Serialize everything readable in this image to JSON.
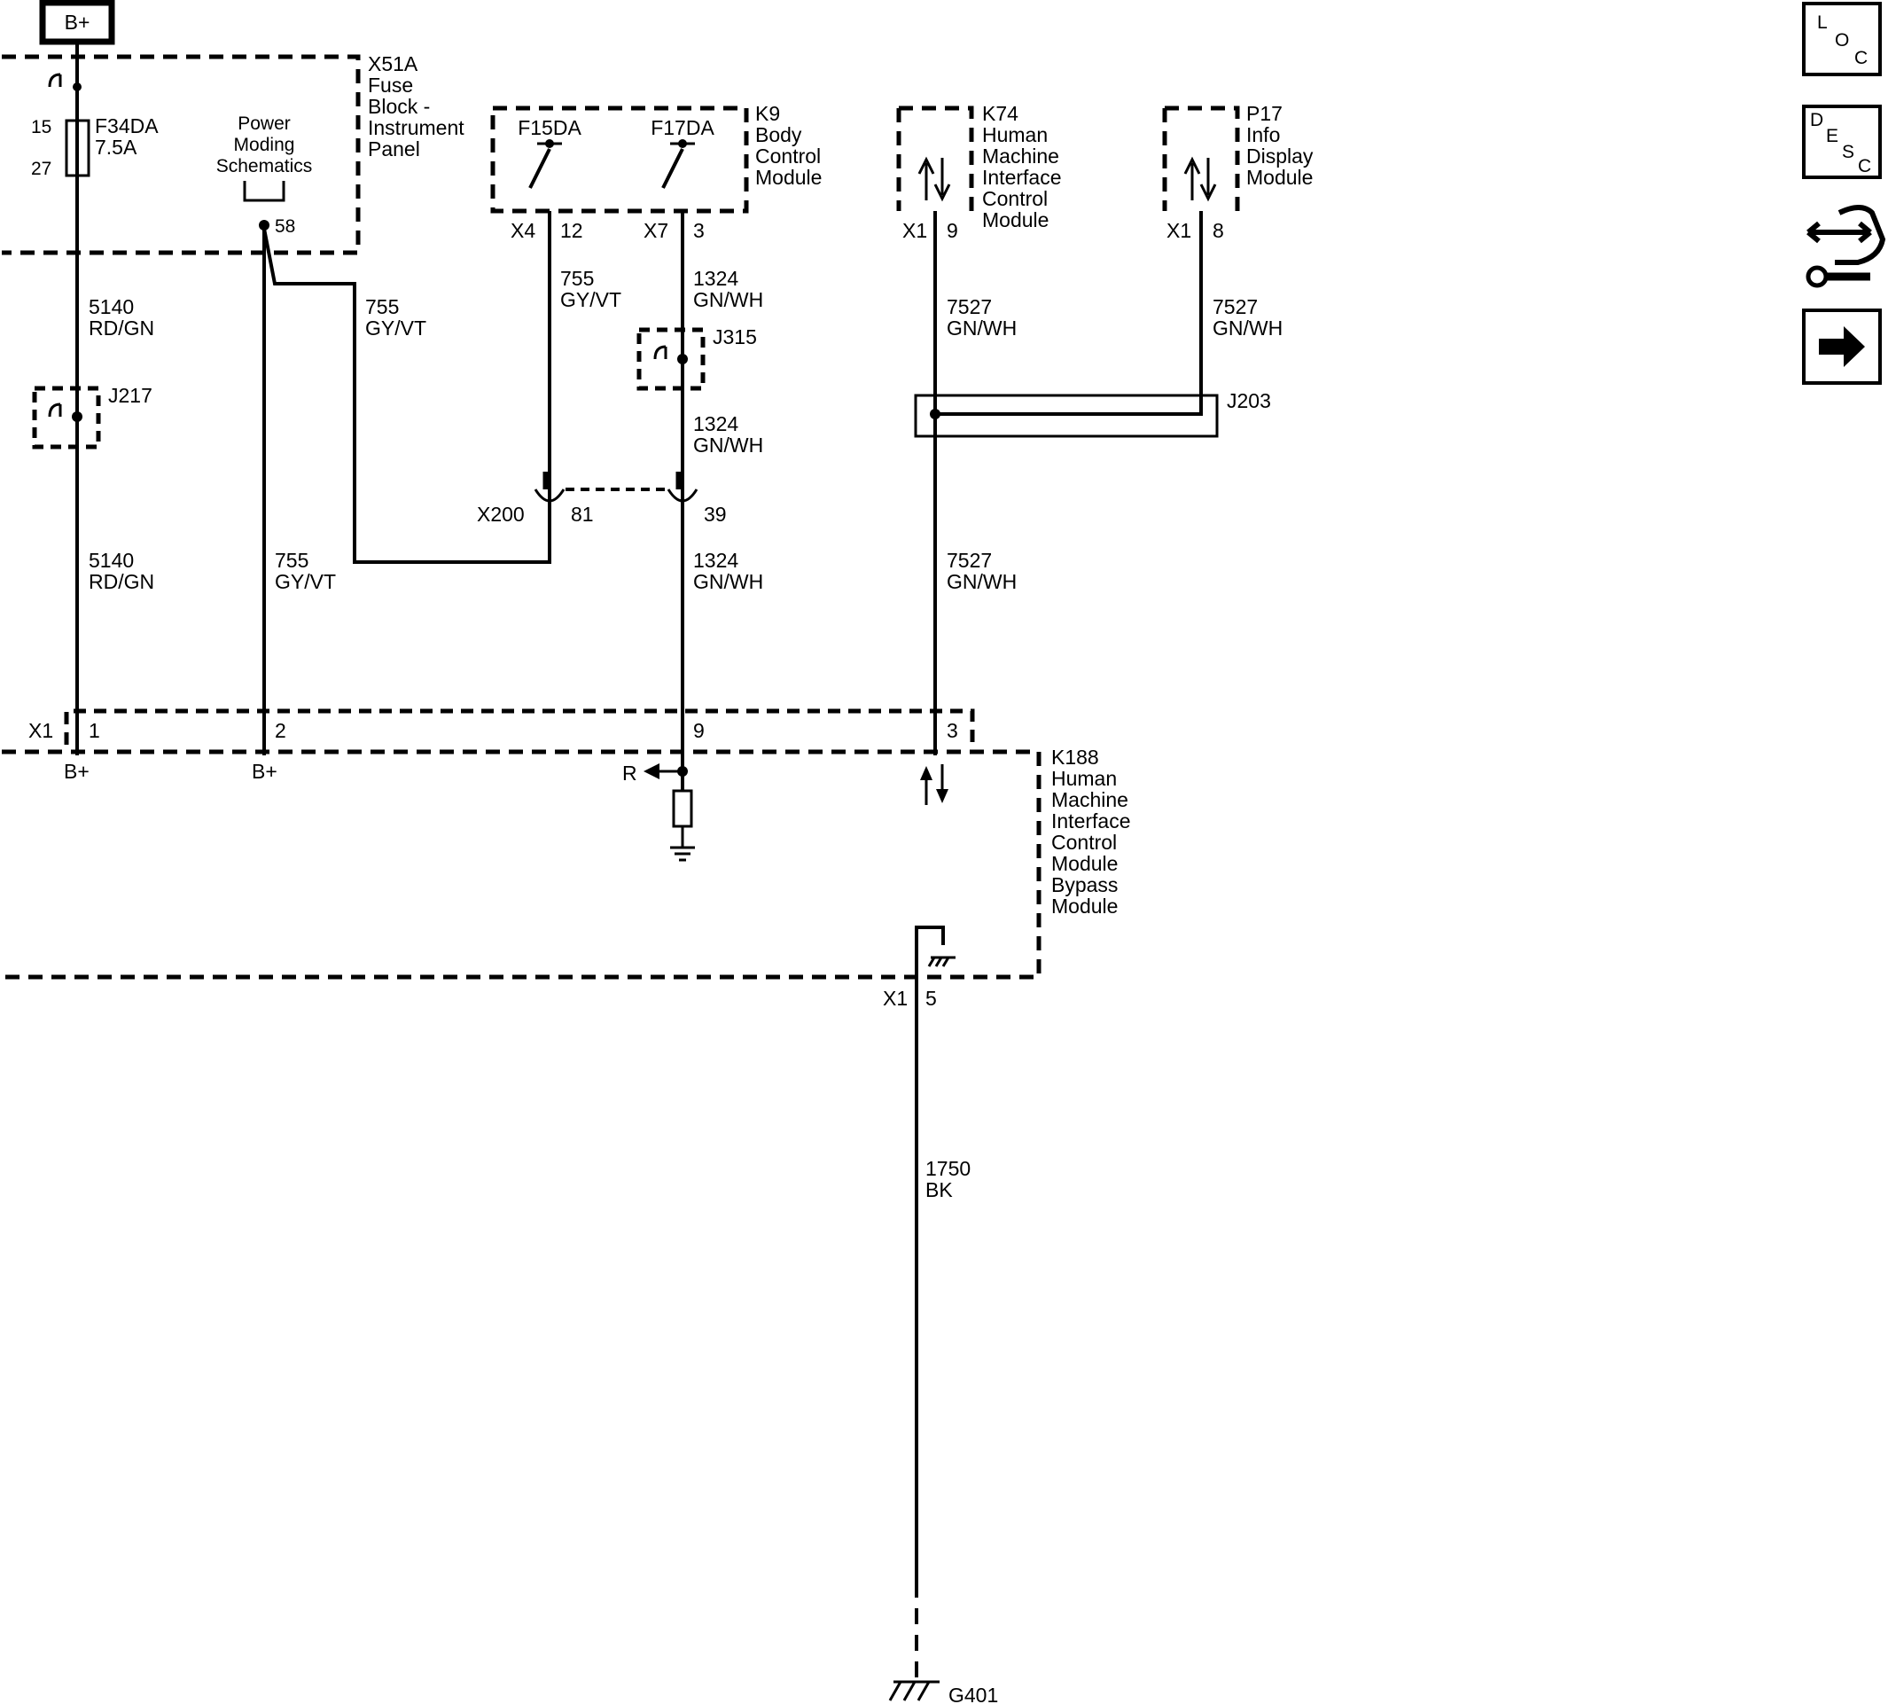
{
  "power_source": "B+",
  "fuse_block": {
    "name": [
      "X51A",
      "Fuse",
      "Block -",
      "Instrument",
      "Panel"
    ],
    "fuse": "F34DA",
    "rating": "7.5A",
    "pin_in": "15",
    "pin_out": "27",
    "power_moding": [
      "Power",
      "Moding",
      "Schematics"
    ],
    "pin_58": "58"
  },
  "bcm": {
    "name": [
      "K9",
      "Body",
      "Control",
      "Module"
    ],
    "output_a": "F15DA",
    "output_b": "F17DA",
    "conn_a": "X4",
    "pin_a": "12",
    "conn_b": "X7",
    "pin_b": "3"
  },
  "k74": {
    "name": [
      "K74",
      "Human",
      "Machine",
      "Interface",
      "Control",
      "Module"
    ],
    "conn": "X1",
    "pin": "9"
  },
  "p17": {
    "name": [
      "P17",
      "Info",
      "Display",
      "Module"
    ],
    "conn": "X1",
    "pin": "8"
  },
  "wires": {
    "w5140_num": "5140",
    "w5140_color": "RD/GN",
    "w755_num": "755",
    "w755_color": "GY/VT",
    "w1324_num": "1324",
    "w1324_color": "GN/WH",
    "w7527_num": "7527",
    "w7527_color": "GN/WH",
    "w1750_num": "1750",
    "w1750_color": "BK"
  },
  "splices": {
    "j217": "J217",
    "j315": "J315",
    "j203": "J203"
  },
  "inline_connector": {
    "name": "X200",
    "pin_a": "81",
    "pin_b": "39"
  },
  "k188": {
    "name": [
      "K188",
      "Human",
      "Machine",
      "Interface",
      "Control",
      "Module",
      "Bypass",
      "Module"
    ],
    "conn": "X1",
    "pin1": "1",
    "pin2": "2",
    "pin9": "9",
    "pin3": "3",
    "pin5": "5",
    "bplus1": "B+",
    "bplus2": "B+",
    "r_label": "R"
  },
  "ground": "G401",
  "nav_icons": {
    "loc": [
      "L",
      "O",
      "C"
    ],
    "desc": [
      "D",
      "E",
      "S",
      "C"
    ]
  }
}
